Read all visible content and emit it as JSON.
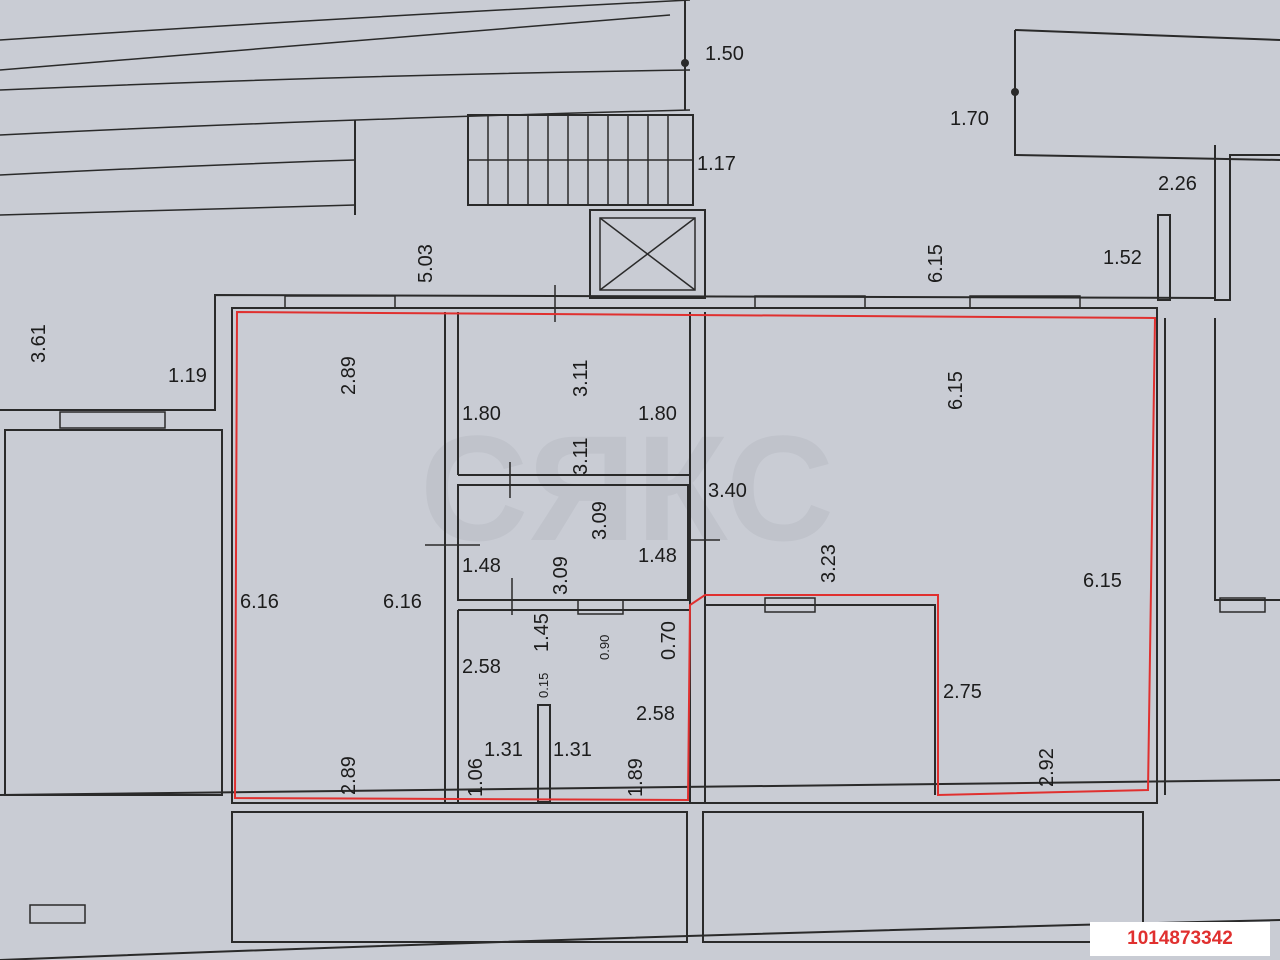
{
  "watermark": "СЯКС",
  "listing_id": "1014873342",
  "colors": {
    "outline": "#e0302f",
    "paper": "#c9ccd4",
    "ink": "#2a2a2a"
  },
  "dims": {
    "d150": "1.50",
    "d170": "1.70",
    "d117": "1.17",
    "d226": "2.26",
    "d152": "1.52",
    "d503": "5.03",
    "d615_top": "6.15",
    "d361": "3.61",
    "d119": "1.19",
    "d289_top": "2.89",
    "d311_a": "3.11",
    "d311_b": "3.11",
    "d180_l": "1.80",
    "d180_r": "1.80",
    "d615_room": "6.15",
    "d340": "3.40",
    "d309_a": "3.09",
    "d309_b": "3.09",
    "d148_l": "1.48",
    "d148_r": "1.48",
    "d323": "3.23",
    "d616_a": "6.16",
    "d616_b": "6.16",
    "d615_right": "6.15",
    "d145": "1.45",
    "d090": "0.90",
    "d070": "0.70",
    "d258_l": "2.58",
    "d258_r": "2.58",
    "d015": "0.15",
    "d275": "2.75",
    "d131_l": "1.31",
    "d131_r": "1.31",
    "d106": "1.06",
    "d189": "1.89",
    "d289_bot": "2.89",
    "d292": "2.92"
  }
}
